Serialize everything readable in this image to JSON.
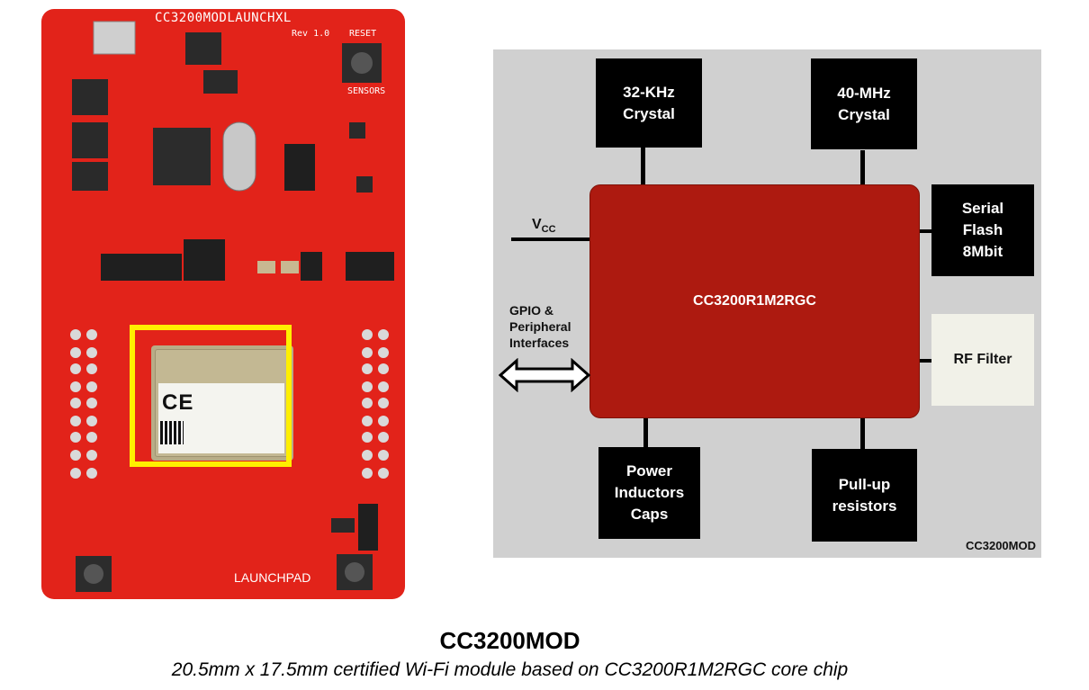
{
  "board": {
    "silkscreen_title": "CC3200MODLAUNCHXL",
    "rev": "Rev 1.0",
    "reset": "RESET",
    "sensors": "SENSORS",
    "brand": "LAUNCHPAD",
    "module_ce": "CE",
    "highlight_color": "#ffef00",
    "pcb_color": "#e2231a"
  },
  "diagram": {
    "blocks": {
      "crystal32": "32-KHz\nCrystal",
      "crystal40": "40-MHz\nCrystal",
      "serial_flash": "Serial\nFlash\n8Mbit",
      "power": "Power\nInductors\nCaps",
      "pullup": "Pull-up\nresistors"
    },
    "core": "CC3200R1M2RGC",
    "rf_filter": "RF Filter",
    "vcc_main": "V",
    "vcc_sub": "CC",
    "gpio_label": "GPIO &\nPeripheral\nInterfaces",
    "module_name": "CC3200MOD",
    "core_color": "#ad1a10"
  },
  "caption": {
    "title": "CC3200MOD",
    "subtitle": "20.5mm x 17.5mm certified Wi-Fi module based on CC3200R1M2RGC core chip"
  }
}
